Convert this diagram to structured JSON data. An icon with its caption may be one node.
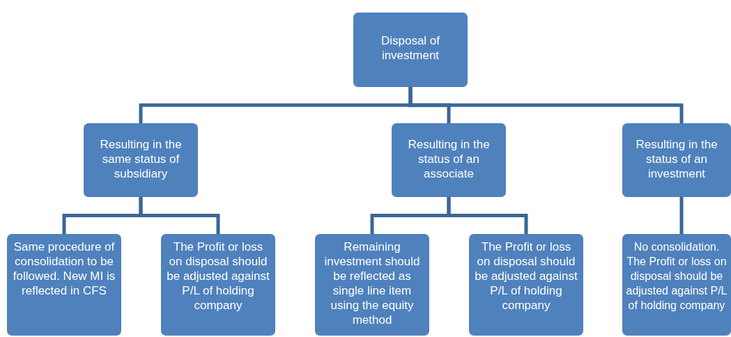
{
  "diagram": {
    "nodes": [
      {
        "text": [
          "Disposal of investment"
        ]
      },
      {
        "text": [
          "Resulting in the same status of subsidiary"
        ]
      },
      {
        "text": [
          "Resulting in the status of an associate"
        ]
      },
      {
        "text": [
          "Resulting in the status of an investment"
        ]
      },
      {
        "text": [
          "Same procedure of consolidation to be followed. New MI is reflected in CFS"
        ]
      },
      {
        "text": [
          "The Profit or loss on disposal should be adjusted against P/L of holding company"
        ]
      },
      {
        "text": [
          "Remaining investment should be reflected as single line item using the  equity method"
        ]
      },
      {
        "text": [
          "The Profit or loss on disposal should be adjusted against P/L of holding company"
        ]
      },
      {
        "text": [
          "No consolidation. The Profit or loss on disposal should be adjusted against P/L of holding company"
        ]
      }
    ],
    "edges": [
      {
        "from": 0,
        "to": 1,
        "arrow": "none"
      },
      {
        "from": 0,
        "to": 2,
        "arrow": "none"
      },
      {
        "from": 0,
        "to": 3,
        "arrow": "none"
      },
      {
        "from": 1,
        "to": 4,
        "arrow": "none"
      },
      {
        "from": 1,
        "to": 5,
        "arrow": "none"
      },
      {
        "from": 2,
        "to": 6,
        "arrow": "none"
      },
      {
        "from": 2,
        "to": 7,
        "arrow": "none"
      },
      {
        "from": 3,
        "to": 8,
        "arrow": "none"
      }
    ]
  }
}
